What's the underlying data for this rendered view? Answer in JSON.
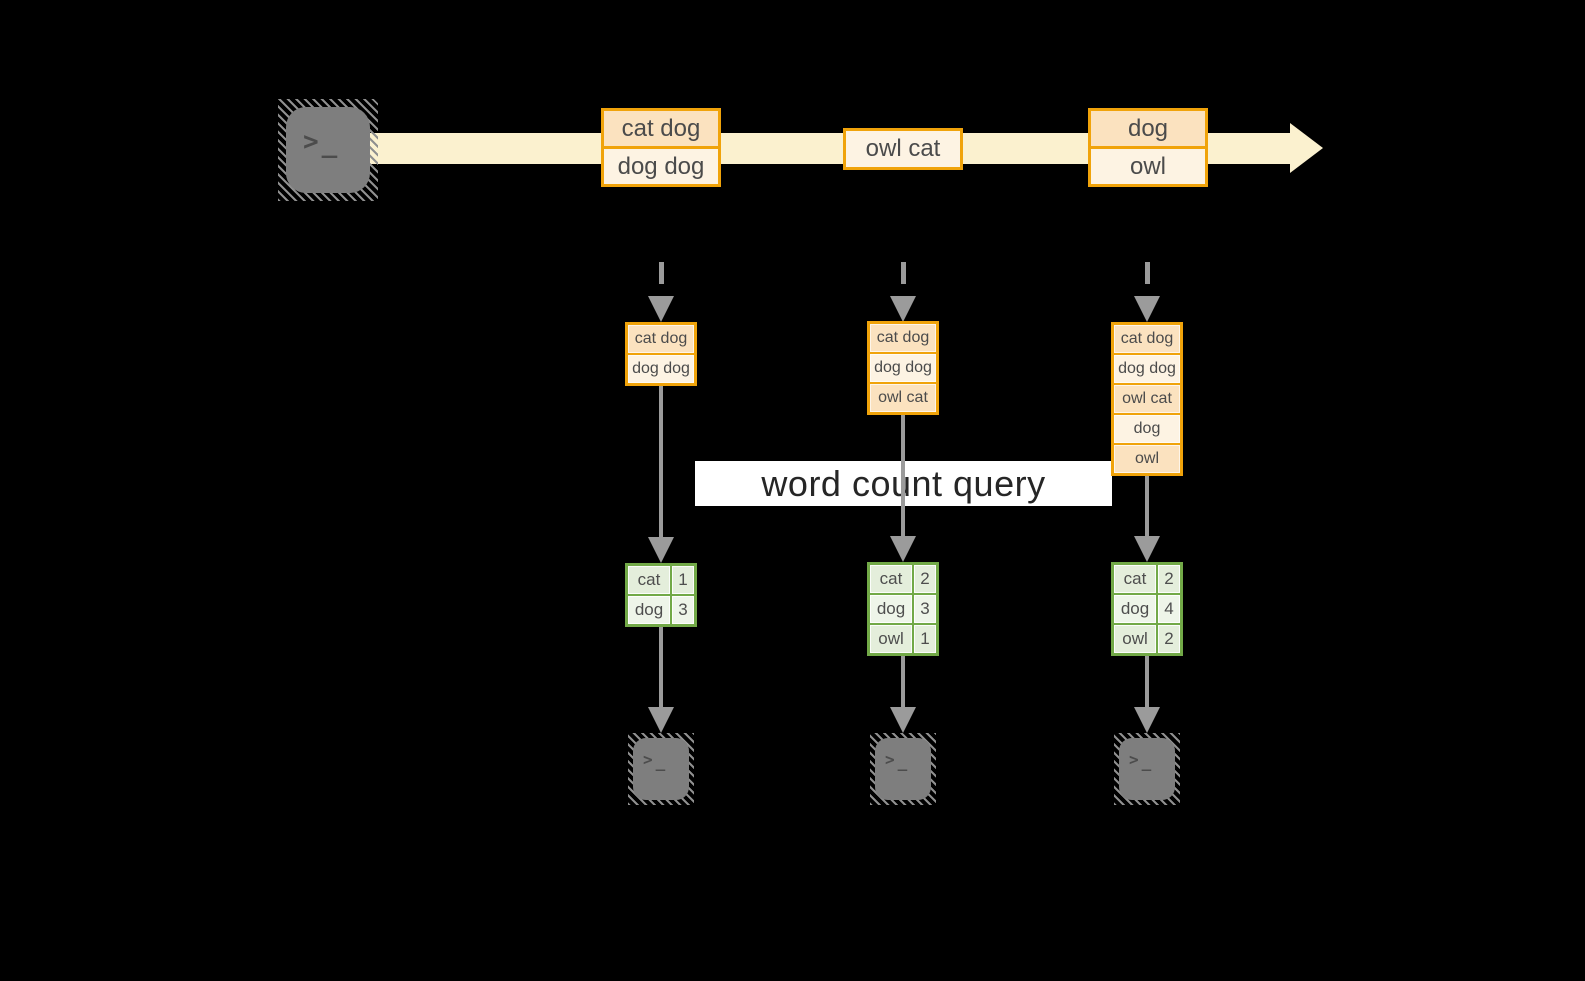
{
  "banner": {
    "label": "word count query"
  },
  "glyphs": {
    "prompt_chevron": ">",
    "prompt_underscore": "_"
  },
  "stream": {
    "events": [
      {
        "lines": [
          "cat dog",
          "dog dog"
        ]
      },
      {
        "lines": [
          "owl cat"
        ]
      },
      {
        "lines": [
          "dog",
          "owl"
        ]
      }
    ]
  },
  "columns": [
    {
      "buffer": [
        "cat dog",
        "dog dog"
      ],
      "counts": [
        {
          "word": "cat",
          "count": "1"
        },
        {
          "word": "dog",
          "count": "3"
        }
      ]
    },
    {
      "buffer": [
        "cat dog",
        "dog dog",
        "owl cat"
      ],
      "counts": [
        {
          "word": "cat",
          "count": "2"
        },
        {
          "word": "dog",
          "count": "3"
        },
        {
          "word": "owl",
          "count": "1"
        }
      ]
    },
    {
      "buffer": [
        "cat dog",
        "dog dog",
        "owl cat",
        "dog",
        "owl"
      ],
      "counts": [
        {
          "word": "cat",
          "count": "2"
        },
        {
          "word": "dog",
          "count": "4"
        },
        {
          "word": "owl",
          "count": "2"
        }
      ]
    }
  ],
  "colors": {
    "background": "#000000",
    "accent_orange": "#f0a30a",
    "fill_peach": "#fbe2bf",
    "fill_cream": "#fdf3e3",
    "stream_band": "#fbf1cf",
    "accent_green": "#72a947",
    "fill_green_dark": "#e4eedb",
    "fill_green_light": "#eef5e9",
    "arrow_gray": "#9b9b9b",
    "terminal_gray": "#7e7e7e",
    "banner_bg": "#ffffff"
  }
}
